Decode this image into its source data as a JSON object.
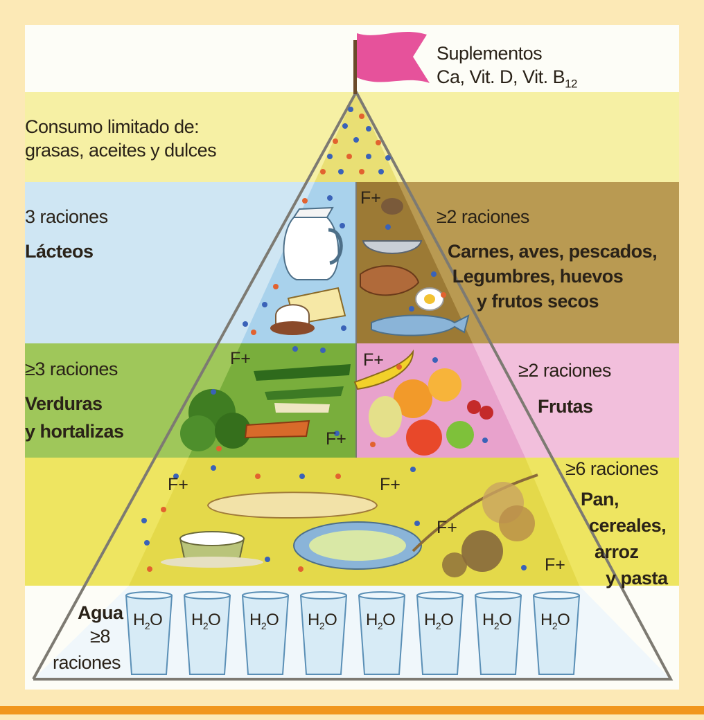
{
  "colors": {
    "page_frame": "#fce9b6",
    "background": "#fdfdf7",
    "fats_band": "#f6f0a4",
    "dairy_band": "#cfe6f3",
    "protein_band": "#b99a52",
    "vegetables_band": "#9fc75a",
    "fruits_band": "#f2bfdc",
    "grains_band": "#eee561",
    "water_band": "#eaf4f9",
    "flag": "#e6529b",
    "accent_rule": "#f1961d"
  },
  "supplements": {
    "title": "Suplementos",
    "items_prefix": "Ca, Vit. D, Vit. B",
    "items_subscript": "12"
  },
  "limited": {
    "line1": "Consumo limitado de:",
    "line2": "grasas, aceites y dulces"
  },
  "dairy": {
    "servings": "3 raciones",
    "name": "Lácteos"
  },
  "protein": {
    "servings": "≥2 raciones",
    "line1": "Carnes, aves, pescados,",
    "line2": "Legumbres, huevos",
    "line3": "y frutos secos",
    "fiber": "F+"
  },
  "vegetables": {
    "servings": "≥3 raciones",
    "line1": "Verduras",
    "line2": "y hortalizas",
    "fiber_top": "F+",
    "fiber_bottom": "F+"
  },
  "fruits": {
    "servings": "≥2 raciones",
    "name": "Frutas",
    "fiber": "F+"
  },
  "grains": {
    "servings": "≥6 raciones",
    "line1": "Pan,",
    "line2": "cereales,",
    "line3": "arroz",
    "line4": "y pasta",
    "fiber_1": "F+",
    "fiber_2": "F+",
    "fiber_3": "F+",
    "fiber_4": "F+"
  },
  "water": {
    "name": "Agua",
    "servings_line1": "≥8",
    "servings_line2": "raciones",
    "glass_prefix": "H",
    "glass_sub": "2",
    "glass_suffix": "O",
    "glass_count": 8
  }
}
